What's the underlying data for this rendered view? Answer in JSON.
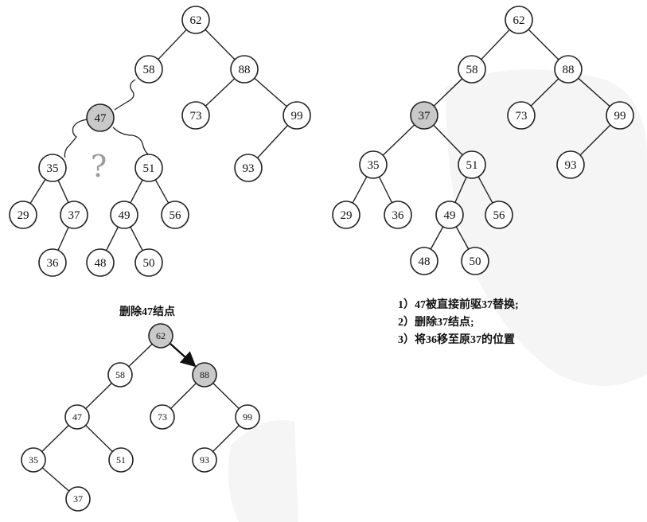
{
  "colors": {
    "node_fill": "#ffffff",
    "highlight_fill": "#c9c9c9",
    "stroke": "#222222",
    "watermark": "#e6e6e6"
  },
  "left_tree": {
    "nodes": [
      "62",
      "58",
      "88",
      "47",
      "73",
      "99",
      "35",
      "51",
      "93",
      "29",
      "37",
      "49",
      "56",
      "36",
      "48",
      "50"
    ],
    "mark": "?"
  },
  "right_tree": {
    "nodes": [
      "62",
      "58",
      "88",
      "37",
      "73",
      "99",
      "35",
      "51",
      "93",
      "29",
      "36",
      "49",
      "56",
      "48",
      "50"
    ]
  },
  "bottom_tree": {
    "caption": "删除47结点",
    "nodes": [
      "62",
      "58",
      "88",
      "47",
      "73",
      "99",
      "35",
      "51",
      "93",
      "37"
    ]
  },
  "steps": [
    "1）47被直接前驱37替换;",
    "2）删除37结点;",
    "3）将36移至原37的位置"
  ]
}
